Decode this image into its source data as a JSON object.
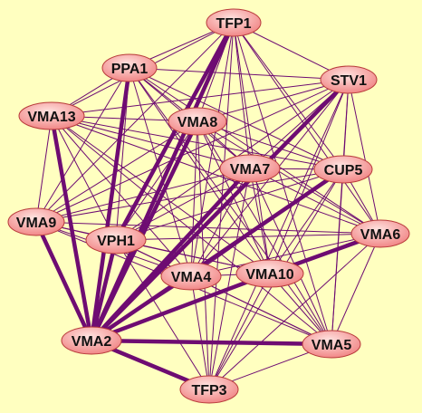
{
  "colors": {
    "background": "#FFFFC0",
    "edge": "#6E0C72",
    "node_fill_light": "#FFE3E0",
    "node_fill_dark": "#F08080",
    "node_stroke": "#B83A3A",
    "label": "#111111"
  },
  "nodes": [
    {
      "id": "TFP1",
      "label": "TFP1"
    },
    {
      "id": "PPA1",
      "label": "PPA1"
    },
    {
      "id": "STV1",
      "label": "STV1"
    },
    {
      "id": "VMA13",
      "label": "VMA13"
    },
    {
      "id": "VMA8",
      "label": "VMA8"
    },
    {
      "id": "VMA7",
      "label": "VMA7"
    },
    {
      "id": "CUP5",
      "label": "CUP5"
    },
    {
      "id": "VMA9",
      "label": "VMA9"
    },
    {
      "id": "VPH1",
      "label": "VPH1"
    },
    {
      "id": "VMA6",
      "label": "VMA6"
    },
    {
      "id": "VMA4",
      "label": "VMA4"
    },
    {
      "id": "VMA10",
      "label": "VMA10"
    },
    {
      "id": "VMA2",
      "label": "VMA2"
    },
    {
      "id": "VMA5",
      "label": "VMA5"
    },
    {
      "id": "TFP3",
      "label": "TFP3"
    }
  ],
  "edges": [
    [
      "TFP1",
      "PPA1",
      1
    ],
    [
      "TFP1",
      "STV1",
      1
    ],
    [
      "TFP1",
      "VMA13",
      1
    ],
    [
      "TFP1",
      "VMA8",
      1
    ],
    [
      "TFP1",
      "VMA7",
      1
    ],
    [
      "TFP1",
      "CUP5",
      1
    ],
    [
      "TFP1",
      "VMA9",
      1
    ],
    [
      "TFP1",
      "VPH1",
      3
    ],
    [
      "TFP1",
      "VMA6",
      1
    ],
    [
      "TFP1",
      "VMA4",
      1
    ],
    [
      "TFP1",
      "VMA10",
      1
    ],
    [
      "TFP1",
      "VMA2",
      3
    ],
    [
      "TFP1",
      "VMA5",
      1
    ],
    [
      "TFP1",
      "TFP3",
      1
    ],
    [
      "PPA1",
      "STV1",
      1
    ],
    [
      "PPA1",
      "VMA13",
      1
    ],
    [
      "PPA1",
      "VMA8",
      1
    ],
    [
      "PPA1",
      "VMA7",
      1
    ],
    [
      "PPA1",
      "CUP5",
      1
    ],
    [
      "PPA1",
      "VMA9",
      1
    ],
    [
      "PPA1",
      "VPH1",
      1
    ],
    [
      "PPA1",
      "VMA4",
      1
    ],
    [
      "PPA1",
      "VMA10",
      1
    ],
    [
      "PPA1",
      "VMA2",
      3
    ],
    [
      "PPA1",
      "VMA5",
      1
    ],
    [
      "PPA1",
      "VMA6",
      1
    ],
    [
      "STV1",
      "VMA13",
      1
    ],
    [
      "STV1",
      "VMA8",
      1
    ],
    [
      "STV1",
      "VMA7",
      1
    ],
    [
      "STV1",
      "CUP5",
      1
    ],
    [
      "STV1",
      "VMA9",
      1
    ],
    [
      "STV1",
      "VPH1",
      1
    ],
    [
      "STV1",
      "VMA6",
      1
    ],
    [
      "STV1",
      "VMA4",
      1
    ],
    [
      "STV1",
      "VMA10",
      1
    ],
    [
      "STV1",
      "VMA2",
      3
    ],
    [
      "STV1",
      "VMA5",
      1
    ],
    [
      "STV1",
      "TFP3",
      1
    ],
    [
      "VMA13",
      "VMA8",
      1
    ],
    [
      "VMA13",
      "VMA7",
      1
    ],
    [
      "VMA13",
      "CUP5",
      1
    ],
    [
      "VMA13",
      "VMA9",
      1
    ],
    [
      "VMA13",
      "VPH1",
      1
    ],
    [
      "VMA13",
      "VMA4",
      1
    ],
    [
      "VMA13",
      "VMA10",
      1
    ],
    [
      "VMA13",
      "VMA2",
      3
    ],
    [
      "VMA13",
      "VMA5",
      1
    ],
    [
      "VMA13",
      "VMA6",
      1
    ],
    [
      "VMA8",
      "VMA7",
      1
    ],
    [
      "VMA8",
      "CUP5",
      1
    ],
    [
      "VMA8",
      "VMA9",
      1
    ],
    [
      "VMA8",
      "VPH1",
      1
    ],
    [
      "VMA8",
      "VMA6",
      1
    ],
    [
      "VMA8",
      "VMA4",
      1
    ],
    [
      "VMA8",
      "VMA10",
      1
    ],
    [
      "VMA8",
      "VMA2",
      3
    ],
    [
      "VMA8",
      "VMA5",
      1
    ],
    [
      "VMA8",
      "TFP3",
      1
    ],
    [
      "VMA7",
      "CUP5",
      1
    ],
    [
      "VMA7",
      "VMA9",
      1
    ],
    [
      "VMA7",
      "VPH1",
      1
    ],
    [
      "VMA7",
      "VMA6",
      1
    ],
    [
      "VMA7",
      "VMA4",
      1
    ],
    [
      "VMA7",
      "VMA10",
      1
    ],
    [
      "VMA7",
      "VMA2",
      3
    ],
    [
      "VMA7",
      "VMA5",
      1
    ],
    [
      "VMA7",
      "TFP3",
      1
    ],
    [
      "CUP5",
      "VMA9",
      1
    ],
    [
      "CUP5",
      "VPH1",
      1
    ],
    [
      "CUP5",
      "VMA6",
      1
    ],
    [
      "CUP5",
      "VMA4",
      1
    ],
    [
      "CUP5",
      "VMA10",
      1
    ],
    [
      "CUP5",
      "VMA2",
      3
    ],
    [
      "CUP5",
      "VMA5",
      1
    ],
    [
      "CUP5",
      "TFP3",
      1
    ],
    [
      "VMA9",
      "VPH1",
      1
    ],
    [
      "VMA9",
      "VMA6",
      1
    ],
    [
      "VMA9",
      "VMA4",
      1
    ],
    [
      "VMA9",
      "VMA10",
      1
    ],
    [
      "VMA9",
      "VMA2",
      3
    ],
    [
      "VMA9",
      "VMA5",
      1
    ],
    [
      "VPH1",
      "VMA6",
      1
    ],
    [
      "VPH1",
      "VMA4",
      1
    ],
    [
      "VPH1",
      "VMA10",
      1
    ],
    [
      "VPH1",
      "VMA2",
      3
    ],
    [
      "VPH1",
      "VMA5",
      1
    ],
    [
      "VPH1",
      "TFP3",
      1
    ],
    [
      "VMA6",
      "VMA4",
      1
    ],
    [
      "VMA6",
      "VMA10",
      3
    ],
    [
      "VMA6",
      "VMA2",
      1
    ],
    [
      "VMA6",
      "VMA5",
      1
    ],
    [
      "VMA6",
      "TFP3",
      1
    ],
    [
      "VMA4",
      "VMA10",
      1
    ],
    [
      "VMA4",
      "VMA2",
      1
    ],
    [
      "VMA4",
      "VMA5",
      1
    ],
    [
      "VMA4",
      "TFP3",
      1
    ],
    [
      "VMA10",
      "VMA2",
      3
    ],
    [
      "VMA10",
      "VMA5",
      1
    ],
    [
      "VMA10",
      "TFP3",
      1
    ],
    [
      "VMA2",
      "VMA5",
      3
    ],
    [
      "VMA2",
      "TFP3",
      3
    ],
    [
      "VMA5",
      "TFP3",
      1
    ]
  ]
}
